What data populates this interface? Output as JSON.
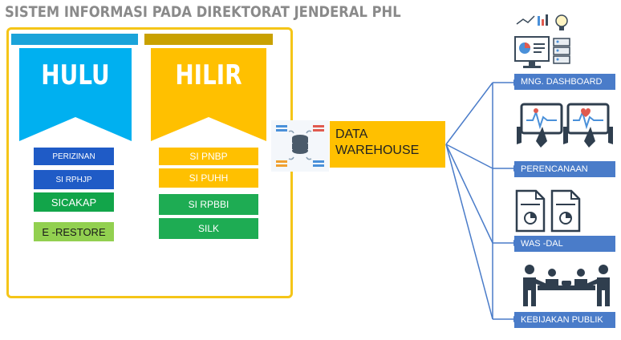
{
  "title": "SISTEM INFORMASI PADA DIREKTORAT JENDERAL PHL",
  "hulu": {
    "label": "HULU",
    "items": [
      "PERIZINAN",
      "SI RPHJP",
      "SICAKAP",
      "E -RESTORE"
    ]
  },
  "hilir": {
    "label": "HILIR",
    "items": [
      "SI PNBP",
      "SI PUHH",
      "SI RPBBI",
      "SILK"
    ]
  },
  "warehouse": {
    "line1": "DATA",
    "line2": "WAREHOUSE"
  },
  "outputs": [
    "MNG. DASHBOARD",
    "PERENCANAAN",
    "WAS -DAL",
    "KEBIJAKAN PUBLIK"
  ],
  "colors": {
    "hulu_banner": "#00b0f0",
    "hilir_banner": "#ffc000",
    "frame": "#f5c518",
    "output_box": "#4a7cc9",
    "connector": "#4a7cc9"
  }
}
